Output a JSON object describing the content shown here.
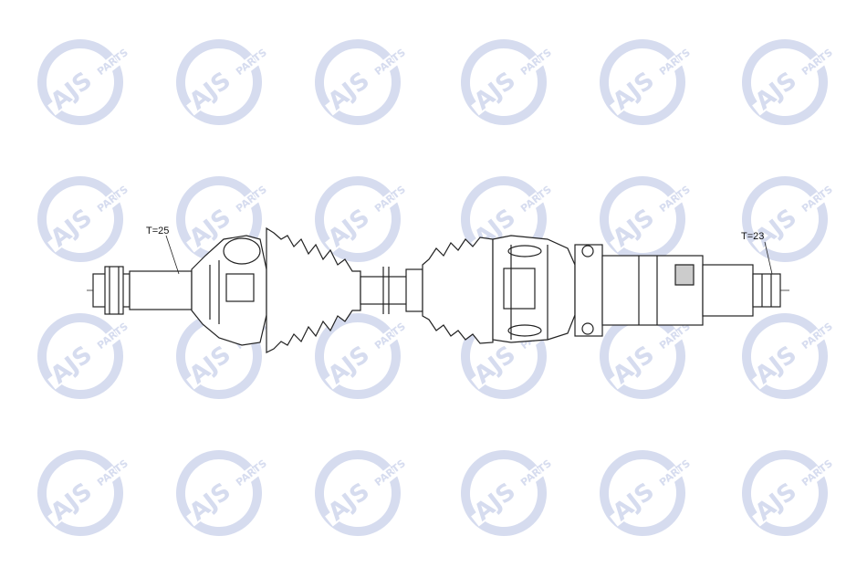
{
  "watermark": {
    "brand": "AJS",
    "suffix": "PARTS",
    "color": "#d6dcef",
    "text_color": "#ffffff",
    "rows": 4,
    "cols": 6
  },
  "diagram": {
    "subject": "drive shaft",
    "line_color": "#222222",
    "labels": {
      "left_spline": "T=25",
      "right_spline": "T=23"
    }
  }
}
